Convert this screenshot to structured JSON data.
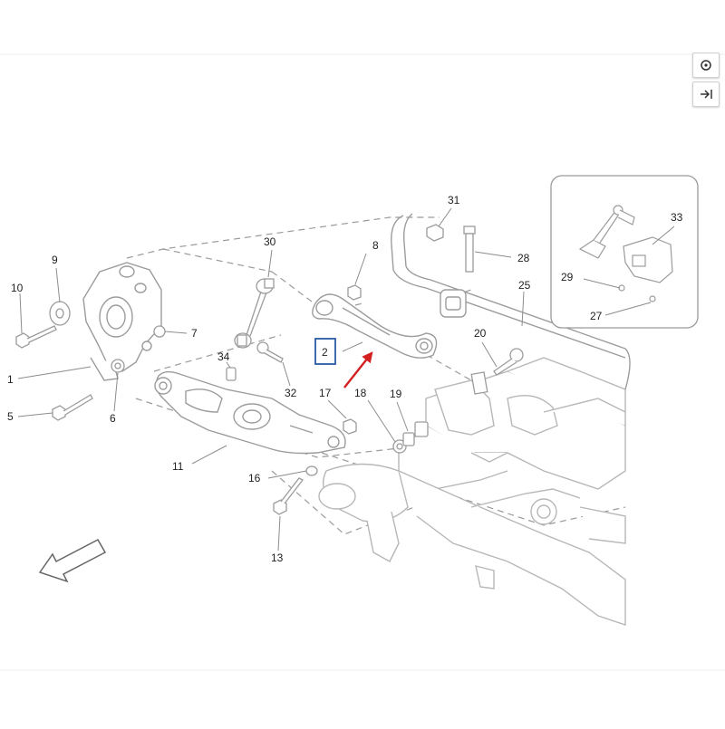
{
  "toolbar": {
    "buttons": [
      {
        "name": "zoom-button",
        "icon": "magnifier-icon"
      },
      {
        "name": "collapse-panel-button",
        "icon": "arrow-to-bar-icon"
      }
    ]
  },
  "diagram": {
    "highlight_color": "#d42020",
    "callout_box_color": "#2a5aa8",
    "highlighted_part": "2",
    "callouts": [
      "1",
      "2",
      "5",
      "6",
      "7",
      "8",
      "9",
      "10",
      "11",
      "13",
      "16",
      "17",
      "18",
      "19",
      "20",
      "25",
      "27",
      "28",
      "29",
      "30",
      "31",
      "32",
      "33",
      "34"
    ]
  }
}
